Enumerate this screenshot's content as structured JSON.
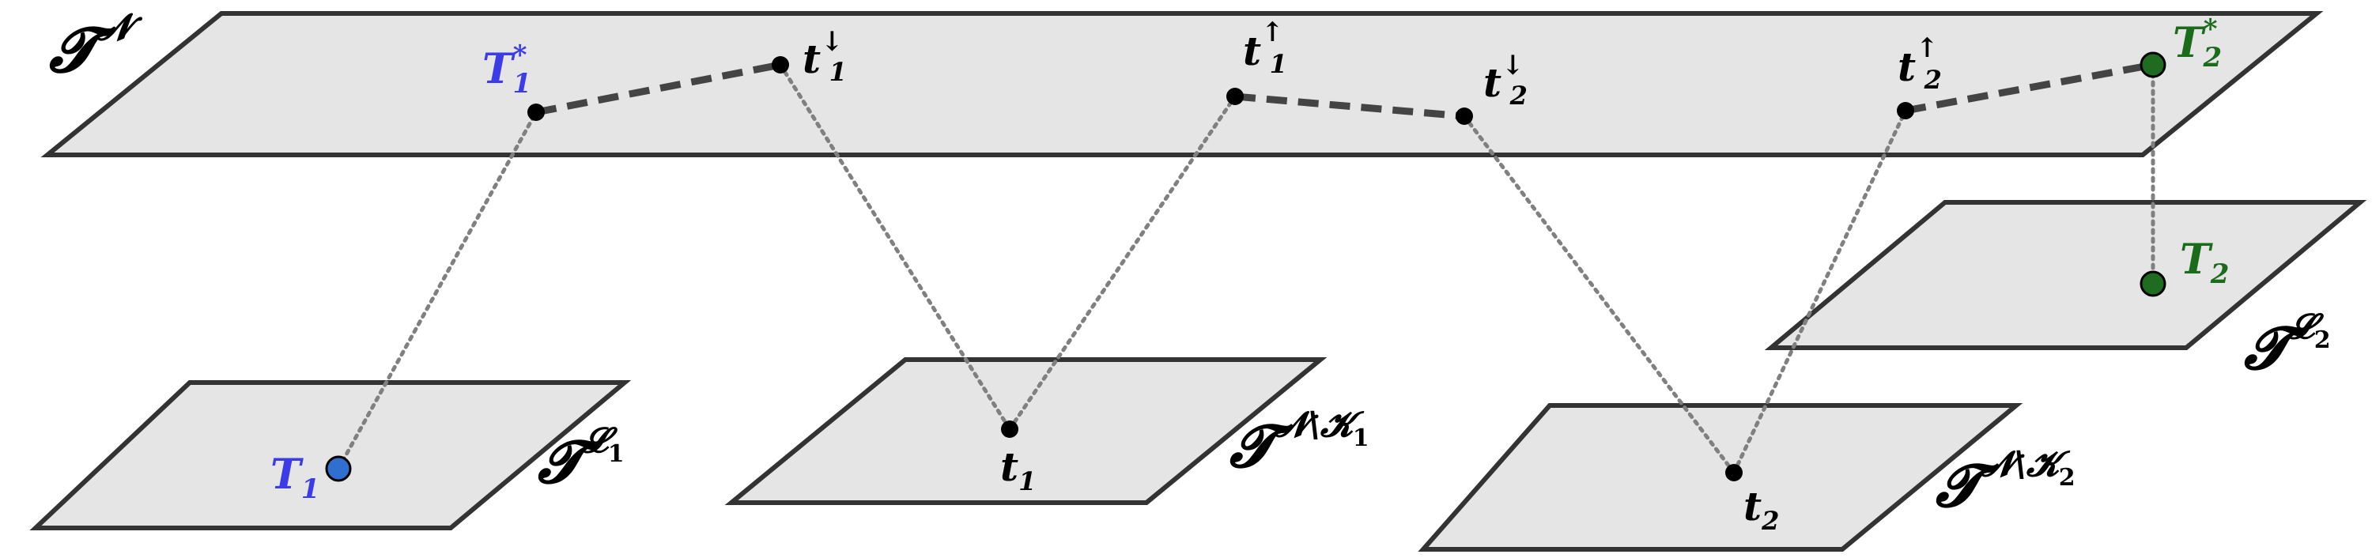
{
  "colors": {
    "plane_fill": "#e5e5e5",
    "plane_stroke": "#333333",
    "dot_black": "#000000",
    "blue_text": "#3b3be8",
    "blue_dot": "#2e6fd0",
    "green_text": "#1a6b1a",
    "green_dot": "#1f6b1f"
  },
  "planes": {
    "top": {
      "letter": "𝓣",
      "sup": "𝓝",
      "sup_sub": ""
    },
    "l1": {
      "letter": "𝓣",
      "sup": "𝓛",
      "sup_sub": "1"
    },
    "nk1": {
      "letter": "𝓣",
      "sup": "𝓝\\𝓚",
      "sup_sub": "1"
    },
    "nk2": {
      "letter": "𝓣",
      "sup": "𝓝\\𝓚",
      "sup_sub": "2"
    },
    "l2": {
      "letter": "𝓣",
      "sup": "𝓛",
      "sup_sub": "2"
    }
  },
  "points": {
    "T1_star": {
      "base": "T",
      "sub": "1",
      "sup": "*"
    },
    "t1_down": {
      "base": "t",
      "sub": "1",
      "sup": "↓"
    },
    "t1_up": {
      "base": "t",
      "sub": "1",
      "sup": "↑"
    },
    "t2_down": {
      "base": "t",
      "sub": "2",
      "sup": "↓"
    },
    "t2_up": {
      "base": "t",
      "sub": "2",
      "sup": "↑"
    },
    "T2_star": {
      "base": "T",
      "sub": "2",
      "sup": "*"
    },
    "T1": {
      "base": "T",
      "sub": "1",
      "sup": ""
    },
    "t1": {
      "base": "t",
      "sub": "1",
      "sup": ""
    },
    "t2": {
      "base": "t",
      "sub": "2",
      "sup": ""
    },
    "T2": {
      "base": "T",
      "sub": "2",
      "sup": ""
    }
  }
}
